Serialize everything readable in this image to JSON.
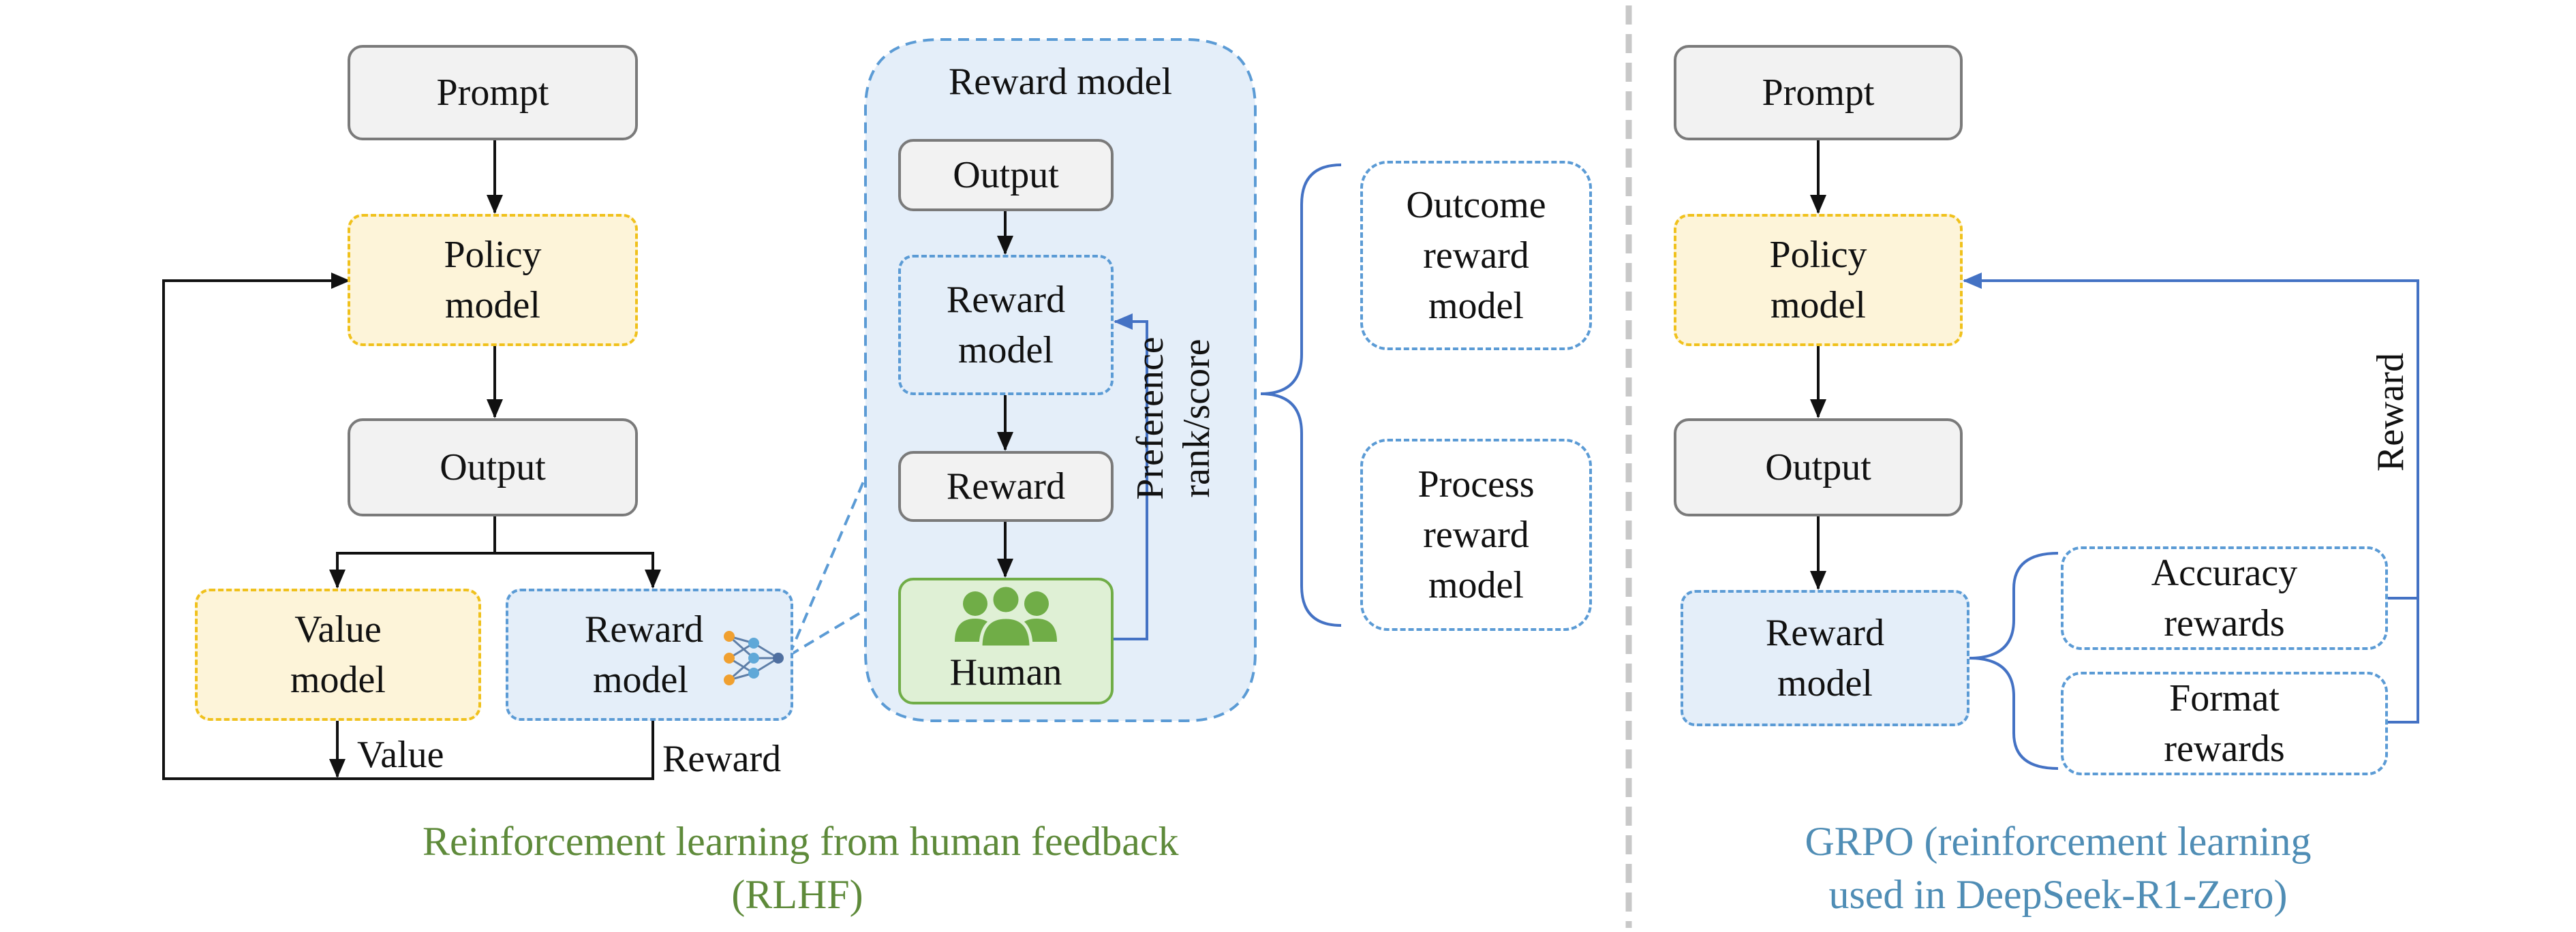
{
  "colors": {
    "rlhf_caption": "#5e8a3a",
    "grpo_caption": "#4f8db5",
    "box_gray": "#f2f2f2",
    "box_yellow": "#fdf4d9",
    "box_blue": "#e4eef9",
    "box_green": "#dff0d5",
    "accent_blue": "#4472c4"
  },
  "rlhf": {
    "prompt": "Prompt",
    "policy_model": [
      "Policy",
      "model"
    ],
    "output": "Output",
    "value_model": [
      "Value",
      "model"
    ],
    "reward_model": [
      "Reward",
      "model"
    ],
    "value_label": "Value",
    "reward_label": "Reward",
    "caption": [
      "Reinforcement learning from human feedback",
      "(RLHF)"
    ]
  },
  "zoom": {
    "title": "Reward model",
    "output": "Output",
    "reward_model": [
      "Reward",
      "model"
    ],
    "reward": "Reward",
    "human": "Human",
    "feedback_label": [
      "Preference",
      "rank/score"
    ]
  },
  "reward_types": {
    "outcome": [
      "Outcome",
      "reward",
      "model"
    ],
    "process": [
      "Process",
      "reward",
      "model"
    ]
  },
  "grpo": {
    "prompt": "Prompt",
    "policy_model": [
      "Policy",
      "model"
    ],
    "output": "Output",
    "reward_model": [
      "Reward",
      "model"
    ],
    "accuracy": [
      "Accuracy",
      "rewards"
    ],
    "format": [
      "Format",
      "rewards"
    ],
    "reward_label": "Reward",
    "caption": [
      "GRPO (reinforcement learning",
      "used in DeepSeek-R1-Zero)"
    ]
  }
}
